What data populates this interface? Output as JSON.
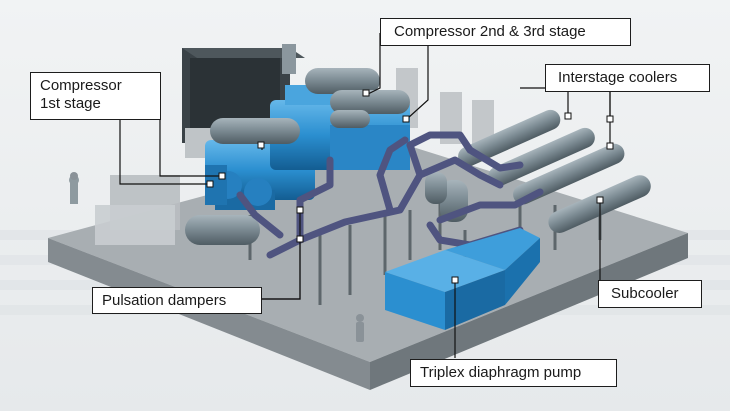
{
  "labels": {
    "compressor_2_3": "Compressor 2nd & 3rd stage",
    "compressor_1_line1": "Compressor",
    "compressor_1_line2": "1st stage",
    "interstage_coolers": "Interstage coolers",
    "pulsation_dampers": "Pulsation dampers",
    "subcooler": "Subcooler",
    "triplex_pump": "Triplex diaphragm pump"
  },
  "colors": {
    "background": "#eceff1",
    "platform_top": "#a8aeb2",
    "platform_side": "#7d8488",
    "equipment_blue": "#2b8fd0",
    "vessel_gray": "#7b8991",
    "pipe_purple": "#5a5f86",
    "leader_line": "#111111"
  }
}
